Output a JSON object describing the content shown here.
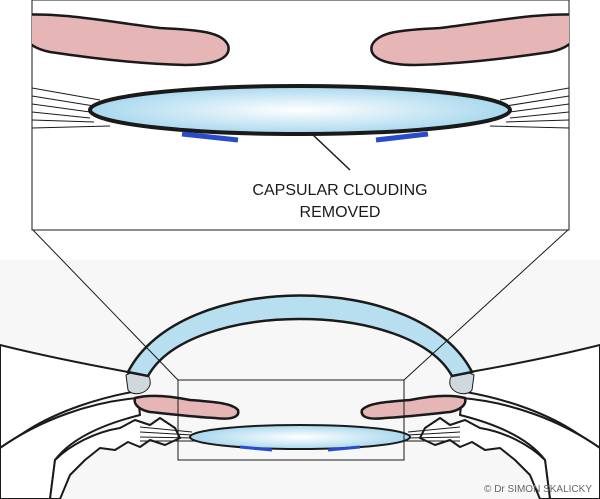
{
  "diagram": {
    "callout_line1": "CAPSULAR CLOUDING",
    "callout_line2": "REMOVED",
    "credit": "© Dr SIMON SKALICKY"
  },
  "colors": {
    "iris": "#e6b5b5",
    "cornea": "#b7dff0",
    "lens_edge": "#a8d8ee",
    "capsule_marker": "#2b4bc9",
    "outline": "#1a1a1a"
  }
}
